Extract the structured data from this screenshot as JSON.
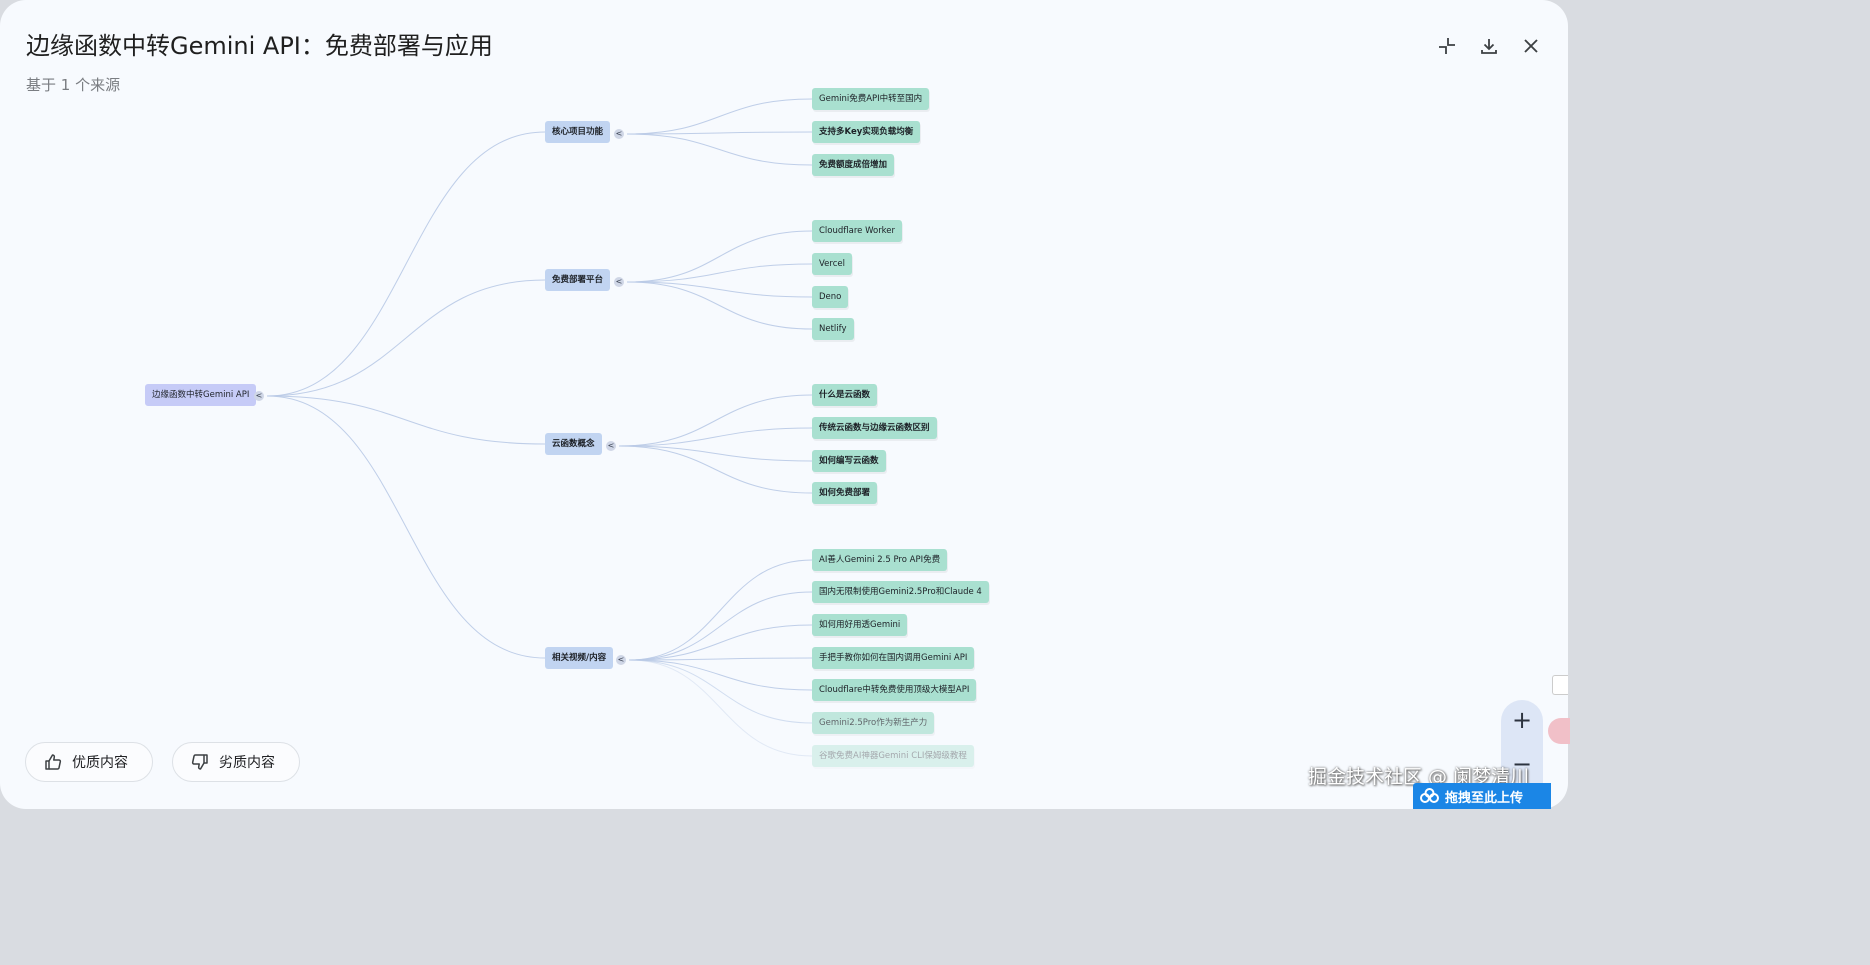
{
  "header": {
    "title": "边缘函数中转Gemini API：免费部署与应用",
    "subtitle": "基于 1 个来源"
  },
  "toolbar": {
    "collapse_icon": "collapse-arrows-icon",
    "download_icon": "download-icon",
    "close_icon": "close-icon"
  },
  "mindmap": {
    "root": "边缘函数中转Gemini API",
    "toggle_glyph": "<",
    "branches": [
      {
        "label": "核心项目功能",
        "children": [
          "Gemini免费API中转至国内",
          "支持多Key实现负载均衡",
          "免费额度成倍增加"
        ]
      },
      {
        "label": "免费部署平台",
        "children": [
          "Cloudflare Worker",
          "Vercel",
          "Deno",
          "Netlify"
        ]
      },
      {
        "label": "云函数概念",
        "children": [
          "什么是云函数",
          "传统云函数与边缘云函数区别",
          "如何编写云函数",
          "如何免费部署"
        ]
      },
      {
        "label": "相关视频/内容",
        "children": [
          "AI善人Gemini 2.5 Pro API免费",
          "国内无限制使用Gemini2.5Pro和Claude 4",
          "如何用好用透Gemini",
          "手把手教你如何在国内调用Gemini API",
          "Cloudflare中转免费使用顶级大模型API",
          "Gemini2.5Pro作为新生产力",
          "谷歌免费AI神器Gemini CLI保姆级教程"
        ]
      }
    ]
  },
  "feedback": {
    "good_label": "优质内容",
    "bad_label": "劣质内容"
  },
  "zoom": {
    "in_label": "+",
    "out_label": "−"
  },
  "overlay": {
    "watermark": "掘金技术社区 @ 阑梦清川",
    "upload_label": "拖拽至此上传"
  },
  "colors": {
    "root_node": "#c6cbf7",
    "branch_node": "#c1d4f1",
    "leaf_node": "#a9e0d0",
    "connector": "#b8c9e6"
  }
}
